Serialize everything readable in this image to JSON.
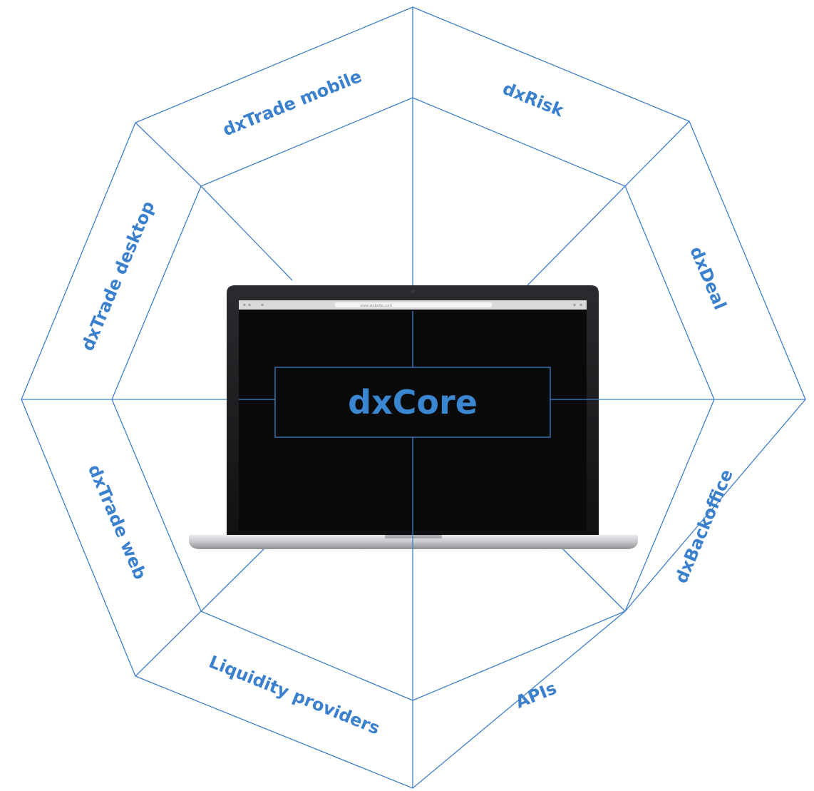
{
  "center": {
    "label": "dxCore"
  },
  "segments": [
    {
      "label": "dxRisk"
    },
    {
      "label": "dxDeal"
    },
    {
      "label": "dxBackoffice"
    },
    {
      "label": "APIs"
    },
    {
      "label": "Liquidity providers"
    },
    {
      "label": "dxTrade web"
    },
    {
      "label": "dxTrade desktop"
    },
    {
      "label": "dxTrade mobile"
    }
  ],
  "laptop": {
    "url_text": "www.website.com"
  },
  "colors": {
    "line": "#3f7fc8",
    "label": "#3a80cc",
    "screen": "#0a0a0b"
  }
}
